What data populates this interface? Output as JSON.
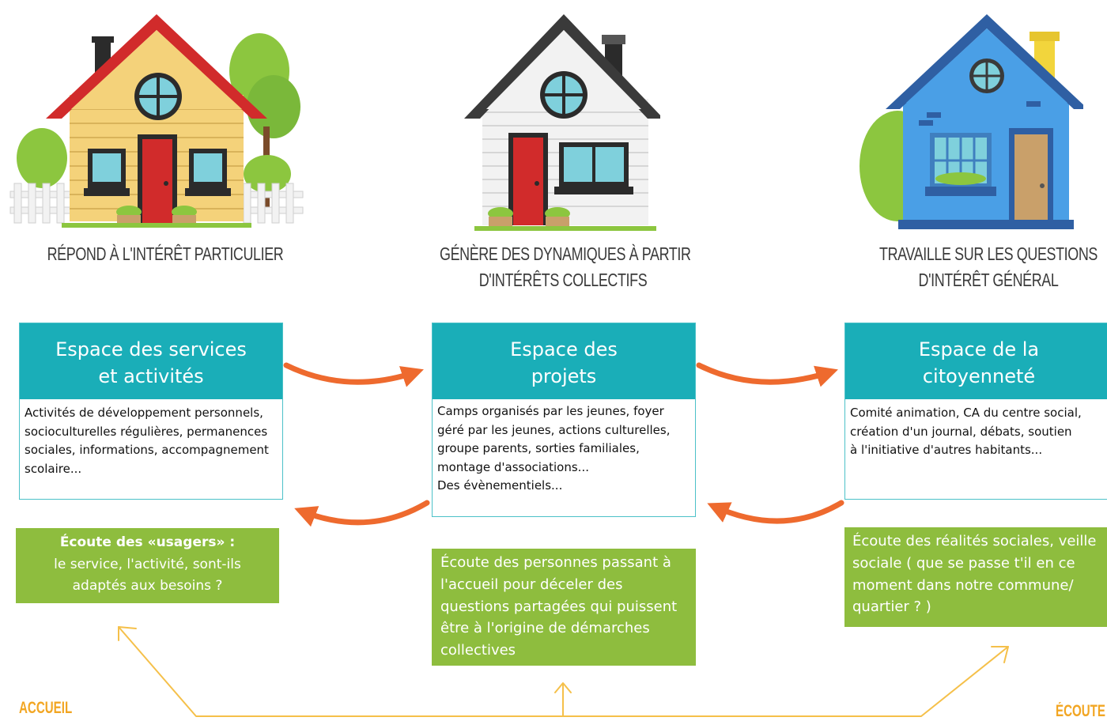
{
  "houses": [
    {
      "caption": [
        "RÉPOND À L'INTÉRÊT PARTICULIER"
      ]
    },
    {
      "caption": [
        "GÉNÈRE DES DYNAMIQUES À PARTIR",
        "D'INTÉRÊTS COLLECTIFS"
      ]
    },
    {
      "caption": [
        "TRAVAILLE SUR LES QUESTIONS",
        "D'INTÉRÊT GÉNÉRAL"
      ]
    }
  ],
  "spaces": [
    {
      "title": [
        "Espace des services",
        "et activités"
      ],
      "body": [
        "Activités de développement personnels,",
        "socioculturelles régulières, permanences",
        "sociales, informations, accompagnement",
        "scolaire..."
      ]
    },
    {
      "title": [
        "Espace des",
        "projets"
      ],
      "body": [
        "Camps organisés par les jeunes, foyer",
        "géré par les jeunes, actions culturelles,",
        "groupe parents, sorties familiales,",
        "montage d'associations...",
        "Des évènementiels..."
      ]
    },
    {
      "title": [
        "Espace de la",
        "citoyenneté"
      ],
      "body": [
        "Comité animation, CA du centre social,",
        "création d'un journal, débats, soutien",
        "à l'initiative d'autres habitants..."
      ]
    }
  ],
  "listening": [
    {
      "lines": [
        "Écoute des «usagers» :",
        "le service, l'activité, sont-ils",
        "adaptés aux besoins ?"
      ]
    },
    {
      "lines": [
        "Écoute des personnes passant à",
        "l'accueil pour déceler des",
        "questions partagées qui puissent",
        "être à l'origine de démarches",
        "collectives"
      ]
    },
    {
      "lines": [
        "Écoute des réalités sociales, veille",
        "sociale ( que se passe t'il en ce",
        "moment dans notre commune/",
        "quartier ? )"
      ]
    }
  ],
  "footer": {
    "left": "ACCUEIL",
    "right": "ÉCOUTE"
  },
  "colors": {
    "teal": "#1aaeb8",
    "green": "#8ebd3e",
    "orange_arrow": "#ee6a2e",
    "yellow_line": "#f5c04a",
    "label_orange": "#f2a623"
  }
}
